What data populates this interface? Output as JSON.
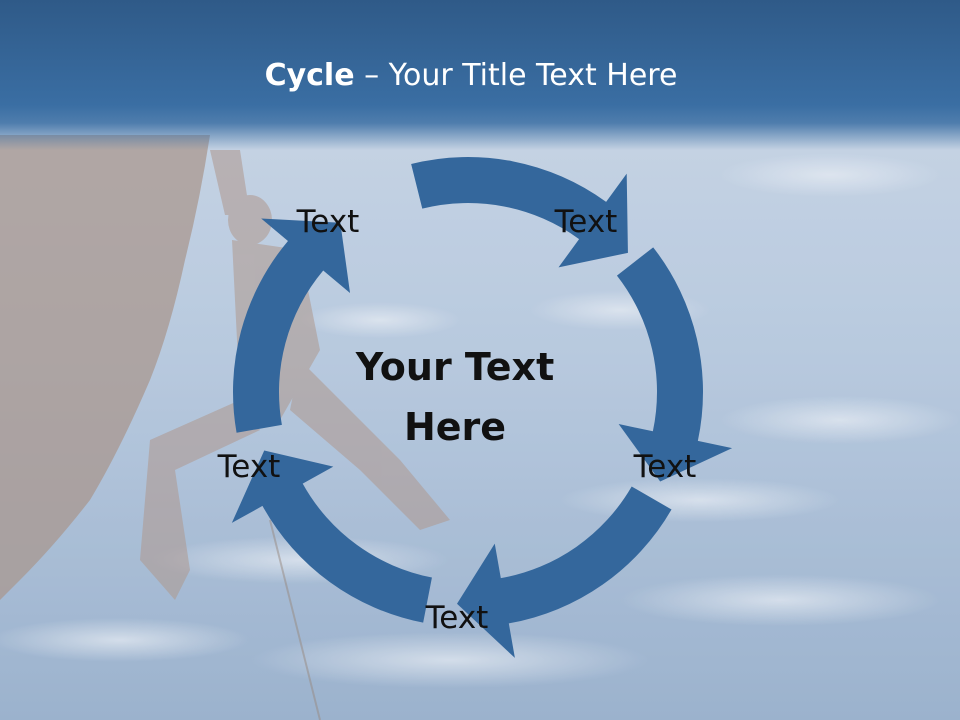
{
  "slide": {
    "title_bold": "Cycle",
    "title_rest": " – Your Title Text Here"
  },
  "diagram": {
    "center_line1": "Your Text",
    "center_line2": "Here",
    "nodes": [
      "Text",
      "Text",
      "Text",
      "Text",
      "Text"
    ]
  },
  "colors": {
    "title_bar": "#3a6ea3",
    "arrow": "#34679c",
    "sky": "#a9bfd8"
  }
}
